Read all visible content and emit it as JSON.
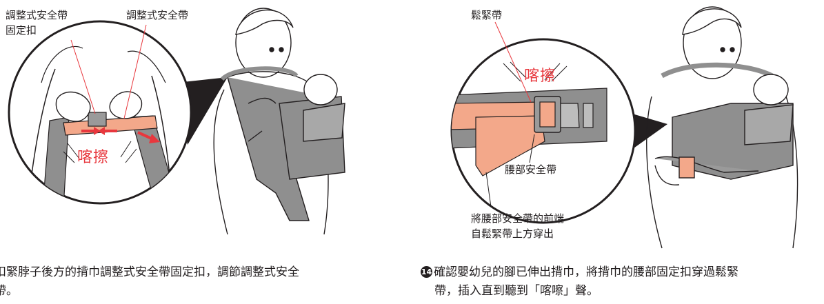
{
  "left_panel": {
    "label_buckle_line1": "調整式安全帶",
    "label_buckle_line2": "固定扣",
    "label_strap": "調整式安全帶",
    "click_text": "喀擦",
    "caption_line1": "扣緊脖子後方的揹巾調整式安全帶固定扣，調節調整式安全",
    "caption_line2": "帶。"
  },
  "right_panel": {
    "label_tightener": "鬆緊帶",
    "click_text": "喀擦",
    "label_waist_belt": "腰部安全帶",
    "note_line1": "將腰部安全帶的前端",
    "note_line2": "自鬆緊帶上方穿出",
    "step_number": "14",
    "caption_line1": "確認嬰幼兒的腳已伸出揹巾，將揹巾的腰部固定扣穿過鬆緊",
    "caption_line2": "帶，插入直到聽到「喀嚓」聲。"
  },
  "colors": {
    "strap_salmon": "#f3a88a",
    "strap_gray": "#8f8f8f",
    "arrow_red": "#e8373d",
    "ink": "#231f20"
  }
}
